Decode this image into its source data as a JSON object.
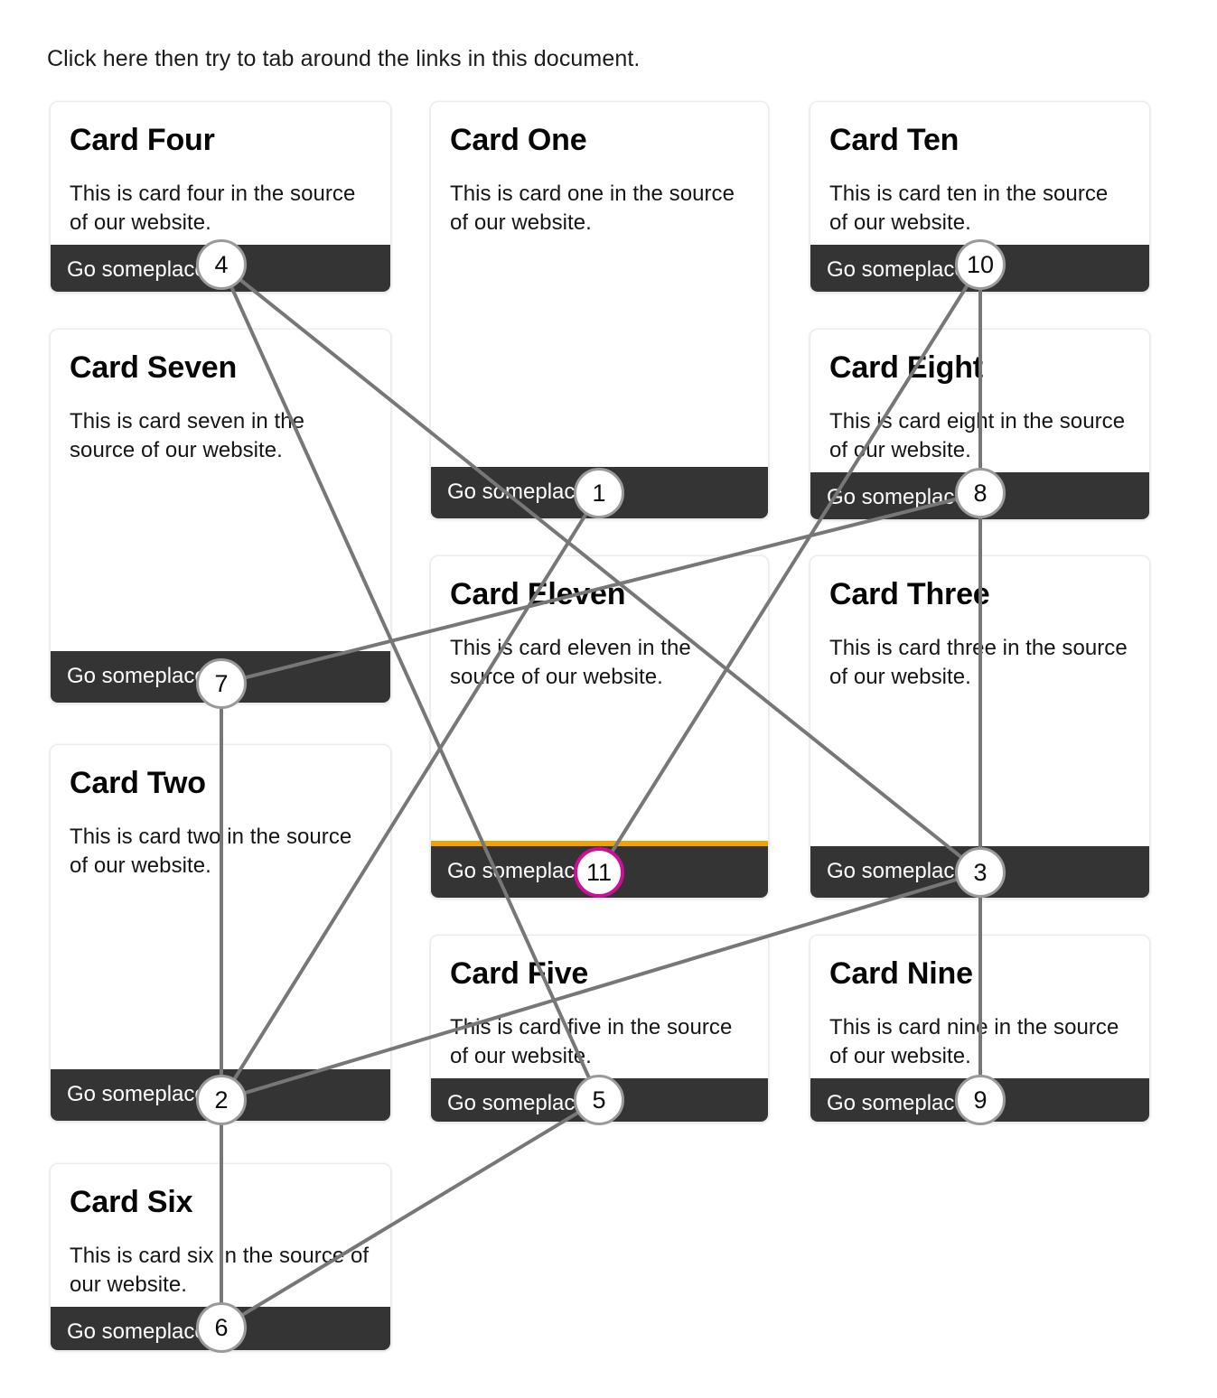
{
  "page": {
    "intro_text": "Click here then try to tab around the links in this document.",
    "link_label": "Go someplace",
    "focus_ring_color": "#f2a007",
    "badge_border_color": "#9a9a9a",
    "current_badge_border_color": "#cc0f96",
    "footer_color": "#343434",
    "connector_color": "#777777"
  },
  "cards": [
    {
      "id": "four",
      "title": "Card Four",
      "text": "This is card four in the source of our website.",
      "link_label": "Go someplace",
      "tab_index": "4",
      "focused": false
    },
    {
      "id": "one",
      "title": "Card One",
      "text": "This is card one in the source of our website.",
      "link_label": "Go someplace",
      "tab_index": "1",
      "focused": false
    },
    {
      "id": "ten",
      "title": "Card Ten",
      "text": "This is card ten in the source of our website.",
      "link_label": "Go someplace",
      "tab_index": "10",
      "focused": false
    },
    {
      "id": "seven",
      "title": "Card Seven",
      "text": "This is card seven in the source of our website.",
      "link_label": "Go someplace",
      "tab_index": "7",
      "focused": false
    },
    {
      "id": "eight",
      "title": "Card Eight",
      "text": "This is card eight in the source of our website.",
      "link_label": "Go someplace",
      "tab_index": "8",
      "focused": false
    },
    {
      "id": "eleven",
      "title": "Card Eleven",
      "text": "This is card eleven in the source of our website.",
      "link_label": "Go someplace",
      "tab_index": "11",
      "focused": true
    },
    {
      "id": "three",
      "title": "Card Three",
      "text": "This is card three in the source of our website.",
      "link_label": "Go someplace",
      "tab_index": "3",
      "focused": false
    },
    {
      "id": "two",
      "title": "Card Two",
      "text": "This is card two in the source of our website.",
      "link_label": "Go someplace",
      "tab_index": "2",
      "focused": false
    },
    {
      "id": "five",
      "title": "Card Five",
      "text": "This is card five in the source of our website.",
      "link_label": "Go someplace",
      "tab_index": "5",
      "focused": false
    },
    {
      "id": "nine",
      "title": "Card Nine",
      "text": "This is card nine in the source of our website.",
      "link_label": "Go someplace",
      "tab_index": "9",
      "focused": false
    },
    {
      "id": "six",
      "title": "Card Six",
      "text": "This is card six in the source of our website.",
      "link_label": "Go someplace",
      "tab_index": "6",
      "focused": false
    }
  ],
  "tab_order": [
    "1",
    "2",
    "3",
    "4",
    "5",
    "6",
    "7",
    "8",
    "9",
    "10",
    "11"
  ]
}
